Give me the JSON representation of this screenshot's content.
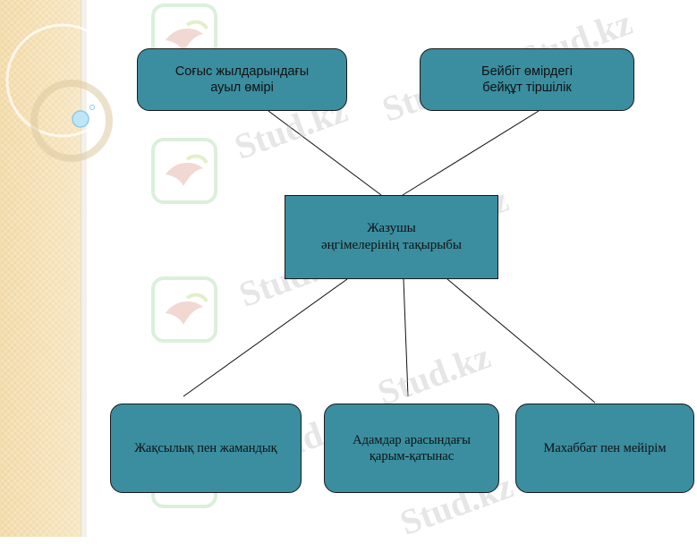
{
  "diagram": {
    "top_left": {
      "line1": "Соғыс жылдарындағы",
      "line2": "ауыл өмірі"
    },
    "top_right": {
      "line1": "Бейбіт өмірдегі",
      "line2": "бейқұт тіршілік"
    },
    "center": {
      "line1": "Жазушы",
      "line2": "әңгімелерінің тақырыбы"
    },
    "bottom_left": {
      "text": "Жақсылық пен жамандық"
    },
    "bottom_mid": {
      "line1": "Адамдар арасындағы",
      "line2": "қарым-қатынас"
    },
    "bottom_right": {
      "text": "Махаббат пен мейірім"
    }
  },
  "watermark": {
    "text": "Stud.kz",
    "text_dash": "Stud.kz - Stud.kz"
  },
  "colors": {
    "box_fill": "#3a8ea0",
    "box_border": "#1a1a1a",
    "band": "#f1d7a2"
  }
}
